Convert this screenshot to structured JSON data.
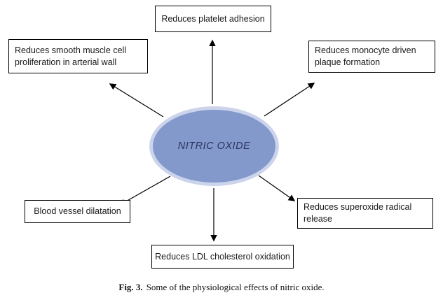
{
  "diagram": {
    "center": {
      "label": "NITRIC OXIDE"
    },
    "nodes": [
      {
        "id": "platelet-adhesion",
        "label": "Reduces platelet adhesion"
      },
      {
        "id": "smooth-muscle",
        "label": "Reduces smooth muscle cell proliferation in arterial wall"
      },
      {
        "id": "monocyte-plaque",
        "label": "Reduces monocyte driven plaque formation"
      },
      {
        "id": "blood-vessel",
        "label": "Blood vessel dilatation"
      },
      {
        "id": "superoxide-radical",
        "label": "Reduces superoxide radical release"
      },
      {
        "id": "ldl-cholesterol",
        "label": "Reduces LDL cholesterol oxidation"
      }
    ],
    "colors": {
      "ellipse_fill": "#8398cb",
      "ellipse_border": "#ccd4ec",
      "box_border": "#000000",
      "arrow": "#000000"
    }
  },
  "caption": {
    "label": "Fig. 3.",
    "text": "Some of the physiological effects of nitric oxide."
  }
}
